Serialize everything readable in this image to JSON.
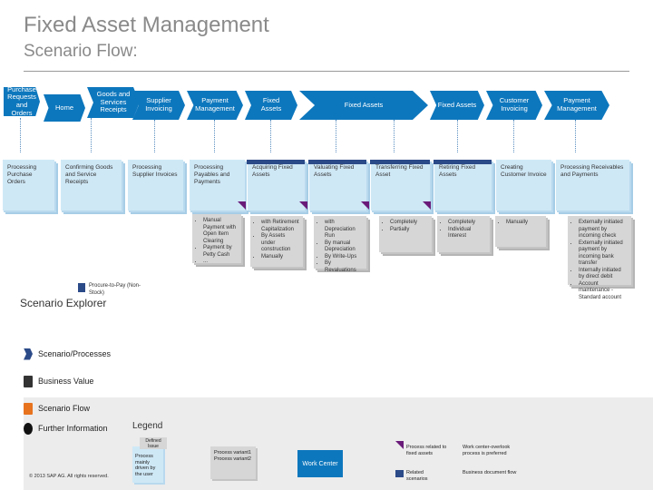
{
  "header": {
    "title": "Fixed Asset Management",
    "subtitle": "Scenario Flow:"
  },
  "processes": [
    {
      "label": "Purchase Requests and Orders"
    },
    {
      "label": "Home"
    },
    {
      "label": "Goods and Services Receipts"
    },
    {
      "label": "Supplier Invoicing"
    },
    {
      "label": "Payment Management"
    },
    {
      "label": "Fixed Assets"
    },
    {
      "label": "Fixed Assets"
    },
    {
      "label": "Fixed Assets"
    },
    {
      "label": "Customer Invoicing"
    },
    {
      "label": "Payment Management"
    }
  ],
  "steps": [
    {
      "label": "Processing Purchase Orders"
    },
    {
      "label": "Confirming Goods and Service Receipts"
    },
    {
      "label": "Processing Supplier Invoices"
    },
    {
      "label": "Processing Payables and Payments"
    },
    {
      "label": "Acquiring Fixed Assets"
    },
    {
      "label": "Valuating Fixed Assets"
    },
    {
      "label": "Transferring Fixed Asset"
    },
    {
      "label": "Retiring Fixed Assets"
    },
    {
      "label": "Creating Customer Invoice"
    },
    {
      "label": "Processing Receivables and Payments"
    }
  ],
  "variants": [
    {
      "items": [
        "Manual Payment with Open Item Clearing",
        "Payment by Petty Cash",
        "..."
      ]
    },
    {
      "items": [
        "with Retirement Capitalization",
        "By Assets under construction",
        "Manually"
      ]
    },
    {
      "items": [
        "with Depreciation Run",
        "By manual Depreciation",
        "By Write-Ups",
        "By Revaluations"
      ]
    },
    {
      "items": [
        "Completely",
        "Partially"
      ]
    },
    {
      "items": [
        "Completely",
        "Individual Interest"
      ]
    },
    {
      "items": [
        "Manually"
      ]
    },
    {
      "items": [
        "Externally initiated payment by incoming check",
        "Externally initiated payment by incoming bank transfer",
        "Internally initiated by direct debit",
        "Account maintenance - Standard account"
      ]
    }
  ],
  "flow_note": "Procure-to-Pay (Non-Stock)",
  "explorer": {
    "title": "Scenario Explorer",
    "items": [
      {
        "label": "Scenario/Processes"
      },
      {
        "label": "Business Value"
      },
      {
        "label": "Scenario Flow"
      },
      {
        "label": "Further Information"
      }
    ]
  },
  "legend": {
    "title": "Legend",
    "sample_step": "Process mainly driven by the user",
    "sample_tag": "Defined Issue",
    "sample_variants": [
      "Process variant1",
      "Process variant2"
    ],
    "work_center": "Work Center",
    "purple_note": "Process related to fixed assets",
    "related": "Related scenarios",
    "wc_note": "Work center-overlook process is preferred",
    "flow_note2": "Business document flow"
  },
  "copyright": "© 2013 SAP AG. All rights reserved.",
  "colors": {
    "process_blue": "#0d77bd",
    "step_blue": "#cfe8f6",
    "variant_gray": "#d6d6d6",
    "accent_purple": "#6a1b7a"
  }
}
